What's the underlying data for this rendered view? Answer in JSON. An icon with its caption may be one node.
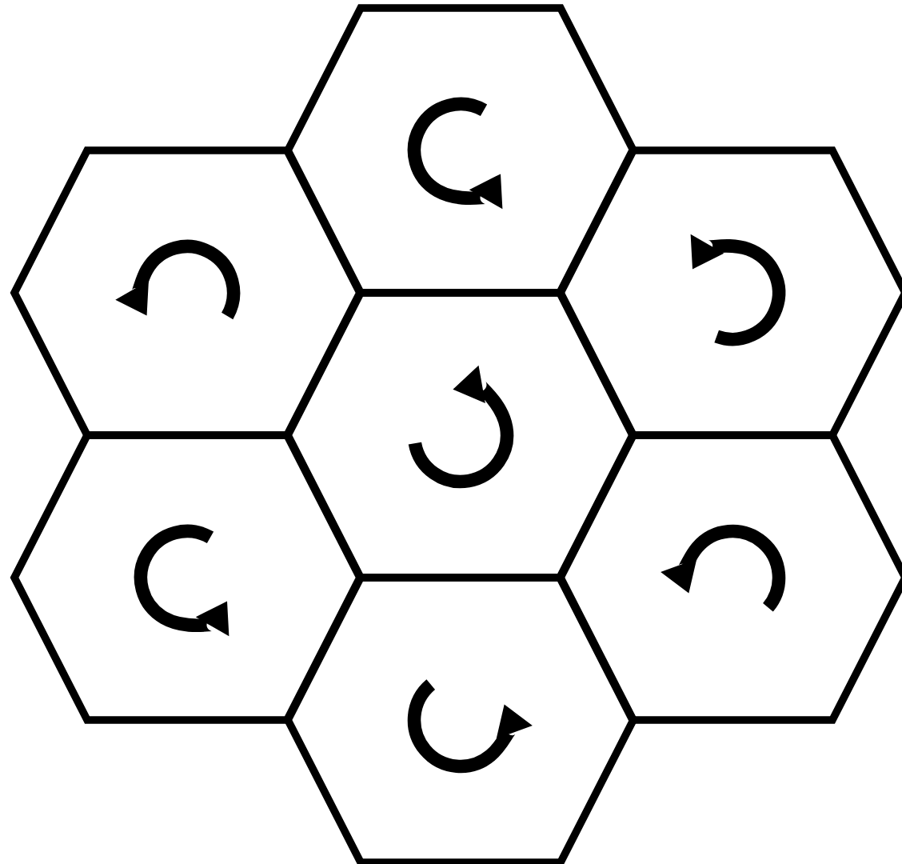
{
  "diagram": {
    "nodes": [
      {
        "text": [],
        "shape": "hexagon"
      },
      {
        "text": [],
        "shape": "hexagon"
      },
      {
        "text": [],
        "shape": "hexagon"
      },
      {
        "text": [],
        "shape": "hexagon"
      },
      {
        "text": [],
        "shape": "hexagon"
      },
      {
        "text": [],
        "shape": "hexagon"
      },
      {
        "text": [],
        "shape": "hexagon"
      }
    ]
  }
}
